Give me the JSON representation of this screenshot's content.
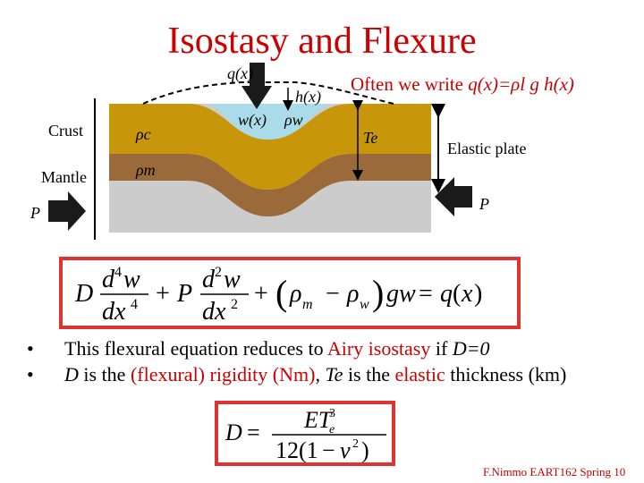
{
  "title": "Isostasy and Flexure",
  "diagram": {
    "q_label": "q(x)",
    "h_label": "h(x)",
    "w_label": "w(x)",
    "rho_w": "ρw",
    "rho_c": "ρc",
    "rho_m": "ρm",
    "crust": "Crust",
    "mantle": "Mantle",
    "P_left": "P",
    "P_right": "P",
    "Te": "Te",
    "elastic_plate": "Elastic plate",
    "colors": {
      "crust": "#c8960a",
      "mantle": "#9a6a3a",
      "water": "#a9dbe8",
      "panel": "#cccccc",
      "arrow": "#1a1a1a"
    }
  },
  "note": {
    "prefix": "Often we write ",
    "formula": "q(x)=ρl g h(x)"
  },
  "equation1": "D d⁴w/dx⁴ + P d²w/dx² + (ρm − ρw) g w = q(x)",
  "bullets": [
    {
      "parts": [
        "This flexural equation reduces to ",
        "Airy isostasy",
        " if ",
        "D=0"
      ]
    },
    {
      "parts": [
        "D",
        " is the ",
        "(flexural) rigidity (Nm)",
        ", ",
        "Te",
        " is the ",
        "elastic",
        " thickness (km)"
      ]
    }
  ],
  "equation2": "D = ETe³ / 12(1 − ν²)",
  "footer": "F.Nimmo EART162 Spring 10"
}
